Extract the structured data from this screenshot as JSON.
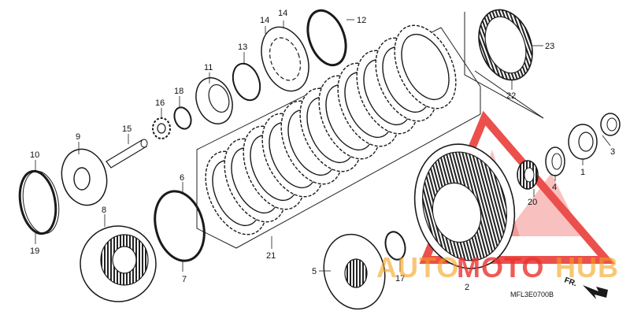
{
  "labels": {
    "p1": "1",
    "p2": "2",
    "p3": "3",
    "p4": "4",
    "p5": "5",
    "p6": "6",
    "p7": "7",
    "p8": "8",
    "p9": "9",
    "p10": "10",
    "p11": "11",
    "p12": "12",
    "p13": "13",
    "p14a": "14",
    "p14b": "14",
    "p15": "15",
    "p16": "16",
    "p17": "17",
    "p18": "18",
    "p19": "19",
    "p20": "20",
    "p21": "21",
    "p22": "22",
    "p23": "23"
  },
  "diagram_code": "MFL3E0700B",
  "direction": "FR.",
  "watermark": {
    "part1": "AUTO",
    "part2": "MOTO",
    "part3": "HUB"
  },
  "colors": {
    "line": "#1a1a1a",
    "wm_red": "#e8322e",
    "wm_orange": "#f3a21b"
  }
}
